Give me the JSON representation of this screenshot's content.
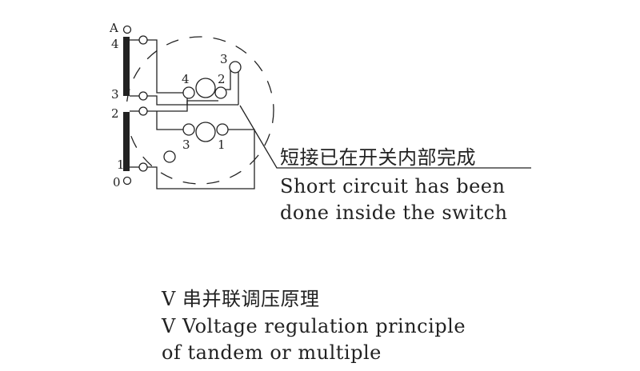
{
  "terminals": {
    "a": "A",
    "t4": "4",
    "t3": "3",
    "t2": "2",
    "t1": "1",
    "t0": "0"
  },
  "switch_contacts": {
    "c3_top": "3",
    "c4": "4",
    "c2": "2",
    "c3_bottom": "3",
    "c1": "1"
  },
  "annotation": {
    "zh": "短接已在开关内部完成",
    "en_line1": "Short circuit has been",
    "en_line2": "done inside the switch"
  },
  "caption": {
    "zh": "V 串并联调压原理",
    "en_line1": "V Voltage regulation principle",
    "en_line2": "of tandem or multiple"
  }
}
